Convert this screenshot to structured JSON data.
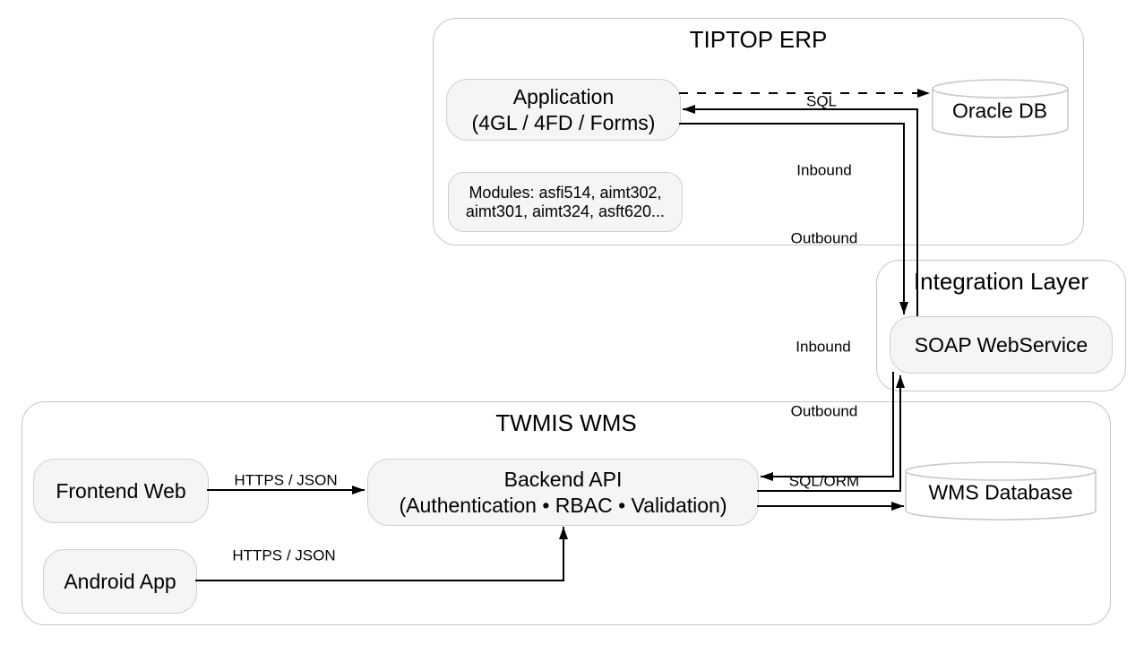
{
  "containers": {
    "tiptop_erp": {
      "title": "TIPTOP ERP"
    },
    "integration_layer": {
      "title": "Integration Layer"
    },
    "twmis_wms": {
      "title": "TWMIS WMS"
    }
  },
  "nodes": {
    "application": {
      "line1": "Application",
      "line2": "(4GL / 4FD / Forms)"
    },
    "modules": {
      "line1": "Modules: asfi514, aimt302,",
      "line2": "aimt301, aimt324, asft620..."
    },
    "oracle_db": {
      "label": "Oracle DB"
    },
    "soap_webservice": {
      "label": "SOAP WebService"
    },
    "frontend_web": {
      "label": "Frontend Web"
    },
    "android_app": {
      "label": "Android App"
    },
    "backend_api": {
      "line1": "Backend API",
      "line2": "(Authentication • RBAC • Validation)"
    },
    "wms_database": {
      "label": "WMS Database"
    }
  },
  "edges": {
    "sql": {
      "label": "SQL"
    },
    "erp_inbound": {
      "label": "Inbound"
    },
    "erp_outbound": {
      "label": "Outbound"
    },
    "wms_inbound": {
      "label": "Inbound"
    },
    "wms_outbound": {
      "label": "Outbound"
    },
    "sql_orm": {
      "label": "SQL/ORM"
    },
    "frontend_https": {
      "label": "HTTPS / JSON"
    },
    "android_https": {
      "label": "HTTPS / JSON"
    }
  },
  "colors": {
    "node_fill": "#f5f5f5",
    "node_border": "#cfcfcf",
    "container_border": "#c6c6c6",
    "arrow": "#000000"
  }
}
